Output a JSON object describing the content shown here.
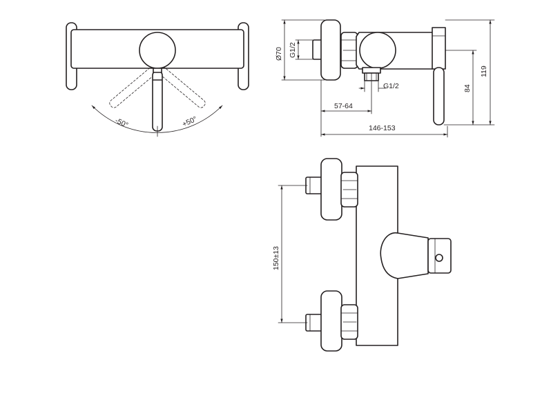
{
  "drawing": {
    "type": "technical-drawing",
    "subject": "wall-mounted shower mixer",
    "line_color": "#231f20",
    "background": "#ffffff",
    "top_view": {
      "angle_left": "-50°",
      "angle_right": "+50°"
    },
    "side_view": {
      "diameter": "Ø70",
      "inlet_thread": "G1/2",
      "outlet_thread": "G1/2",
      "projection_range": "57-64",
      "total_length": "146-153",
      "height_overall": "119",
      "handle_height": "84"
    },
    "front_view": {
      "center_distance": "150±13"
    }
  }
}
